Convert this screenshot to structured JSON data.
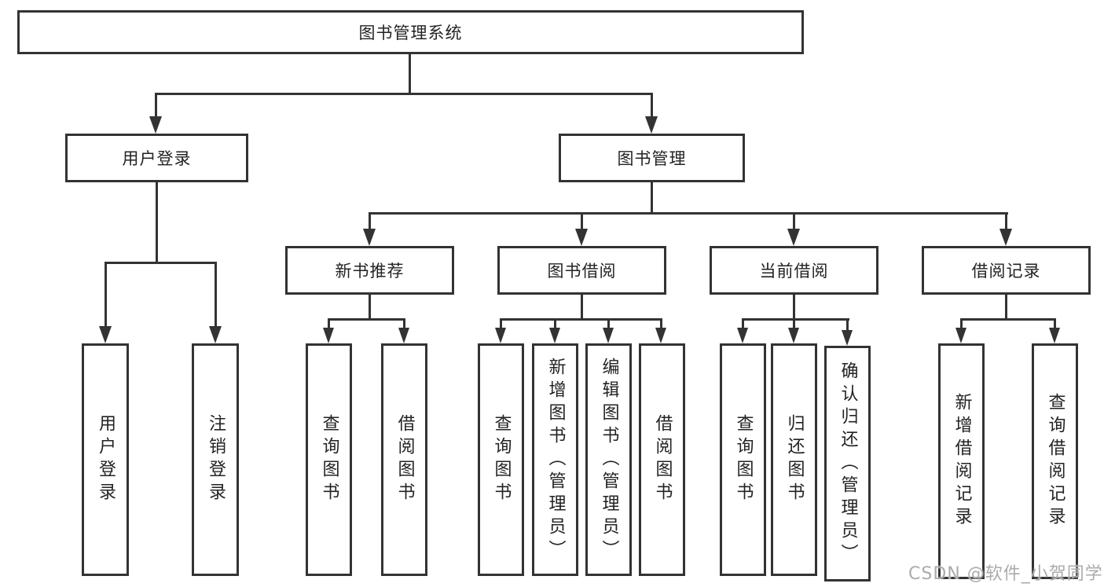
{
  "diagram": {
    "root": {
      "label": "图书管理系统"
    },
    "branches": [
      {
        "label": "用户登录",
        "children": [
          {
            "label": "用户登录"
          },
          {
            "label": "注销登录"
          }
        ]
      },
      {
        "label": "图书管理",
        "children": [
          {
            "label": "新书推荐",
            "children": [
              {
                "label": "查询图书"
              },
              {
                "label": "借阅图书"
              }
            ]
          },
          {
            "label": "图书借阅",
            "children": [
              {
                "label": "查询图书"
              },
              {
                "label": "新增图书（管理员）"
              },
              {
                "label": "编辑图书（管理员）"
              },
              {
                "label": "借阅图书"
              }
            ]
          },
          {
            "label": "当前借阅",
            "children": [
              {
                "label": "查询图书"
              },
              {
                "label": "归还图书"
              },
              {
                "label": "确认归还（管理员）"
              }
            ]
          },
          {
            "label": "借阅记录",
            "children": [
              {
                "label": "新增借阅记录"
              },
              {
                "label": "查询借阅记录"
              }
            ]
          }
        ]
      }
    ]
  },
  "watermark": {
    "text": "CSDN @软件_小贺同学",
    "color": "#ababab"
  },
  "colors": {
    "line": "#333333",
    "text": "#232323",
    "background": "#ffffff"
  }
}
